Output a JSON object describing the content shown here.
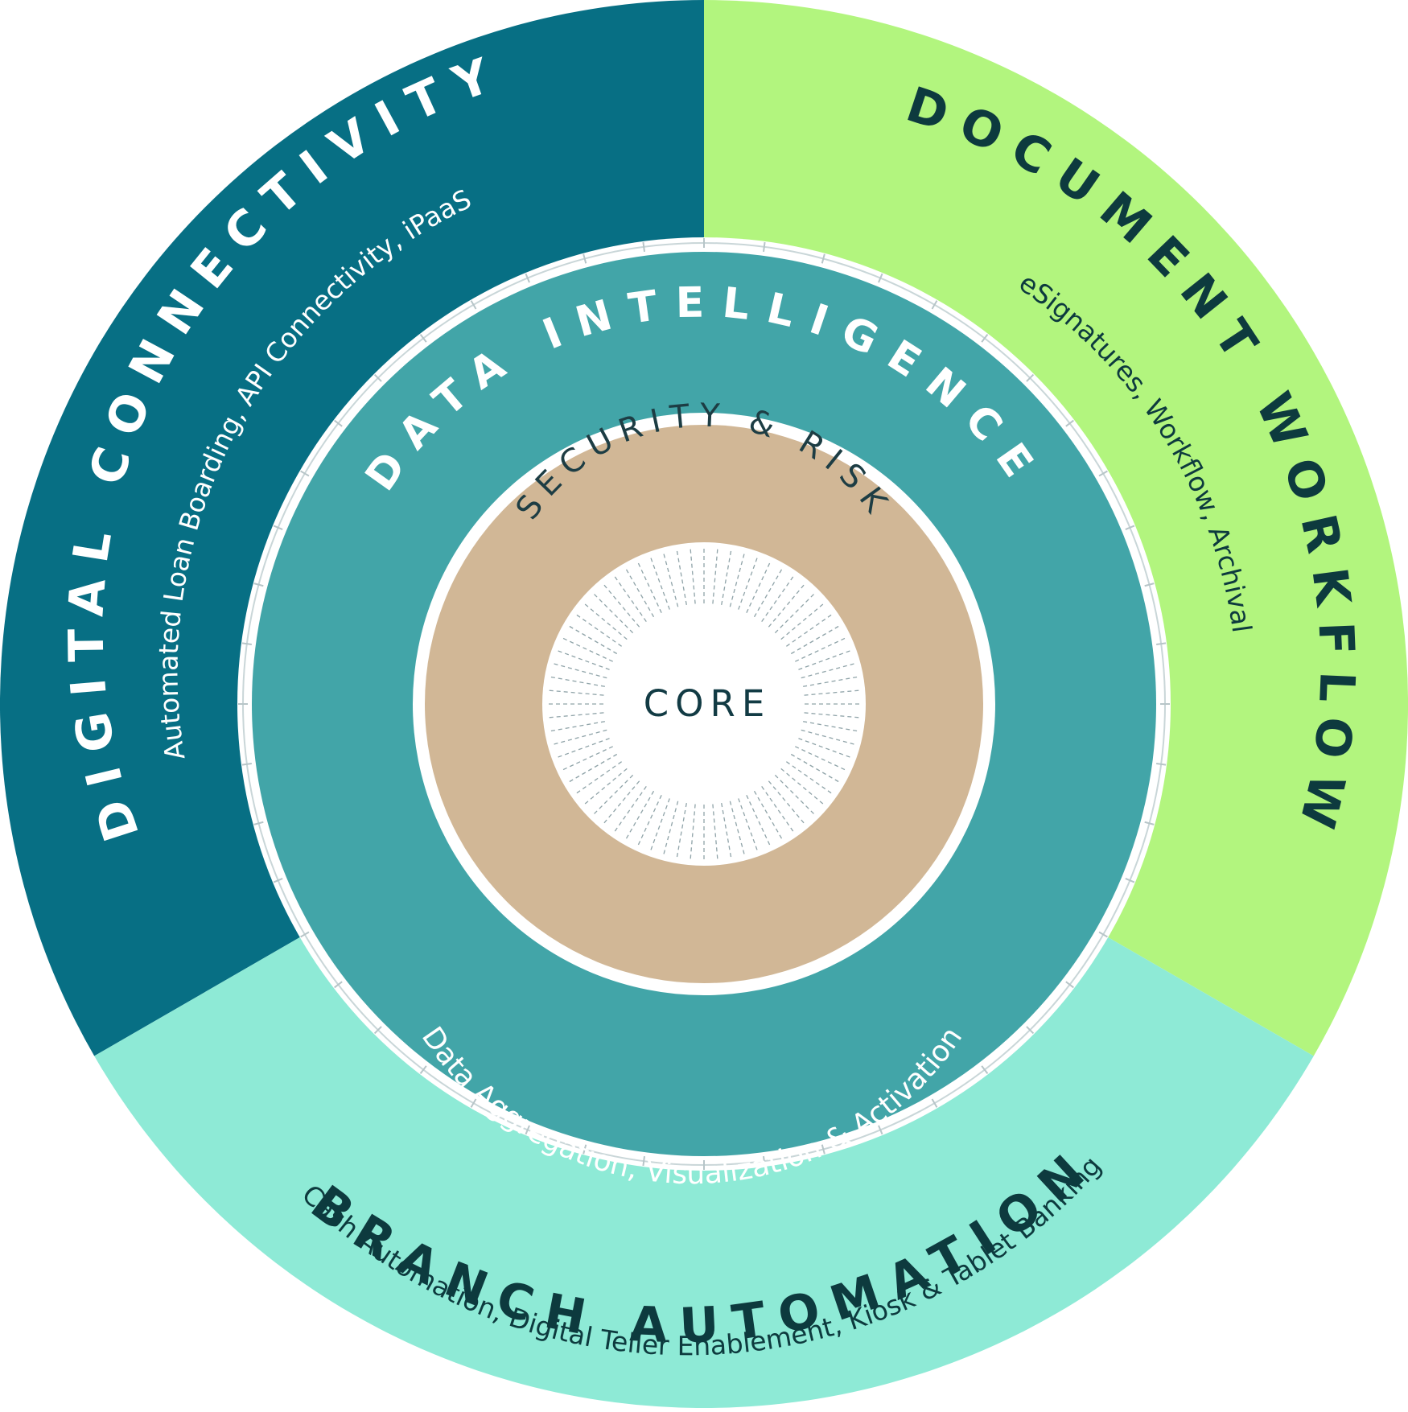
{
  "segments": {
    "digital": {
      "title": "DIGITAL CONNECTIVITY",
      "subtitle": "Automated Loan Boarding, API Connectivity, iPaaS",
      "color": "#076f84",
      "text_color": "#ffffff"
    },
    "document": {
      "title": "DOCUMENT WORKFLOW",
      "subtitle": "eSignatures, Workflow, Archival",
      "color": "#b2f57e",
      "text_color": "#0d3a3e"
    },
    "branch": {
      "title": "BRANCH AUTOMATION",
      "subtitle": "Cash Automation, Digital Teller Enablement, Kiosk & Tablet Banking",
      "color": "#8eead6",
      "text_color": "#0d3a3e"
    }
  },
  "data_intelligence": {
    "title": "DATA INTELLIGENCE",
    "subtitle": "Data Aggregation, Visualization & Activation",
    "color": "#42a5a8"
  },
  "security": {
    "title": "SECURITY & RISK",
    "color": "#d1b796"
  },
  "core": {
    "label": "CORE"
  }
}
